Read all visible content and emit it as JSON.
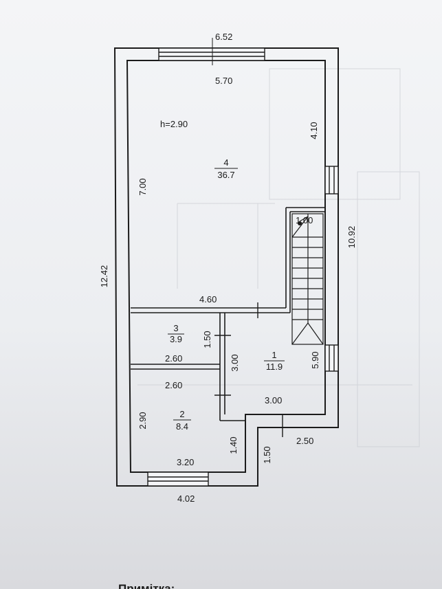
{
  "dimensions": {
    "top_outer": "6.52",
    "top_inner": "5.70",
    "height_label": "h=2.90",
    "room4_right": "4.10",
    "room4_left": "7.00",
    "stair_width": "1.00",
    "right_total": "10.92",
    "left_total": "12.42",
    "room4_bottom": "4.60",
    "room3_height": "1.50",
    "room3_width": "2.60",
    "room1_left": "3.00",
    "room1_right": "5.90",
    "room2_top": "2.60",
    "room1_bottom": "3.00",
    "room2_left": "2.90",
    "room2_notch": "1.40",
    "bottom_right": "2.50",
    "room2_bottom": "3.20",
    "notch_depth": "1.50",
    "bottom_outer": "4.02"
  },
  "rooms": [
    {
      "number": "4",
      "area": "36.7"
    },
    {
      "number": "3",
      "area": "3.9"
    },
    {
      "number": "1",
      "area": "11.9"
    },
    {
      "number": "2",
      "area": "8.4"
    }
  ],
  "note": "Примітка:"
}
